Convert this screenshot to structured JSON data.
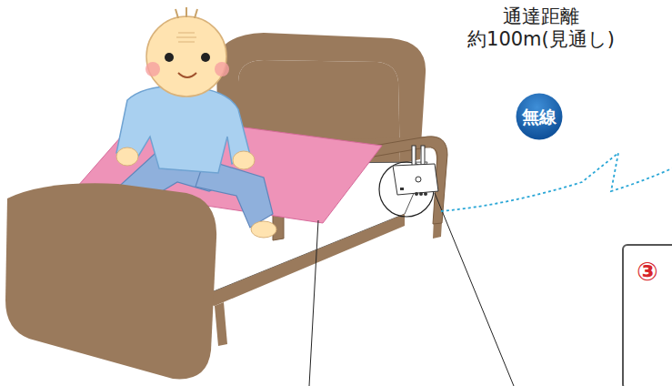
{
  "diagram": {
    "nodes": [
      {
        "text": [
          "無線"
        ]
      },
      {
        "text": [
          "③"
        ]
      }
    ],
    "labels": [
      "通達距離 約100m(見通し)"
    ]
  }
}
